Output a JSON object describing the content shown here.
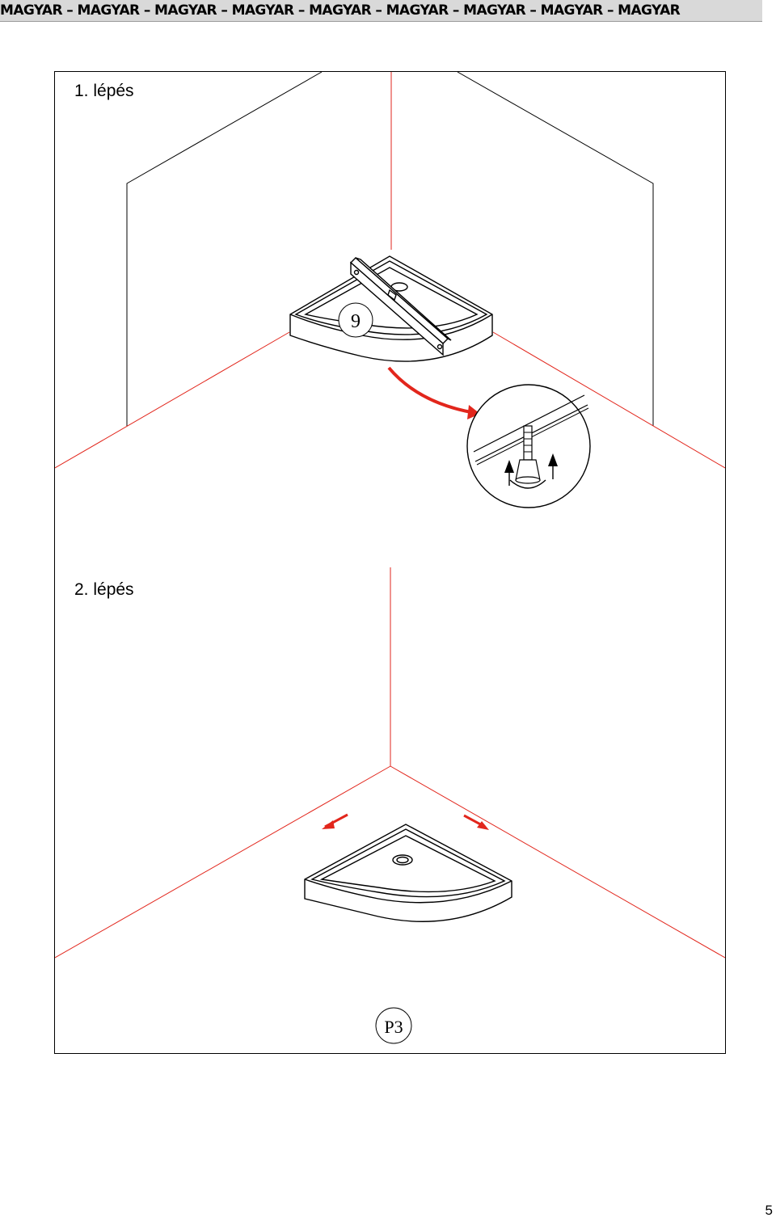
{
  "header": {
    "repeated_label": "MAGYAR",
    "items": [
      "MAGYAR",
      "MAGYAR",
      "MAGYAR",
      "MAGYAR",
      "MAGYAR",
      "MAGYAR",
      "MAGYAR",
      "MAGYAR",
      "MAGYAR"
    ],
    "separator": " – "
  },
  "steps": [
    {
      "label": "1. lépés",
      "callout": "9"
    },
    {
      "label": "2. lépés",
      "callout": "P3"
    }
  ],
  "page_number": "5",
  "colors": {
    "line": "#000000",
    "accent": "#e2261c",
    "header_bg": "#d9d9d9"
  }
}
